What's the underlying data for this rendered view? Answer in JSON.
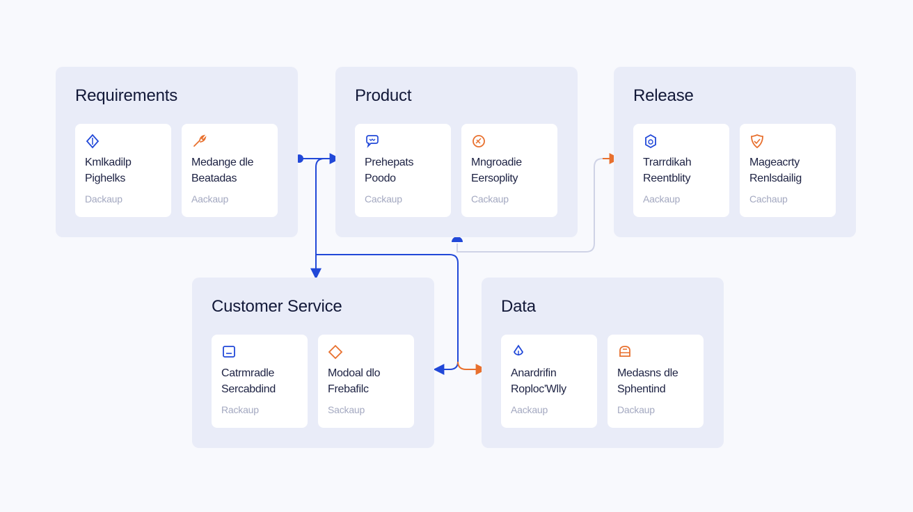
{
  "colors": {
    "accent_blue": "#2148d8",
    "accent_orange": "#e8702e",
    "line_gray": "#cfd3e6"
  },
  "groups": [
    {
      "title": "Requirements",
      "cards": [
        {
          "icon": "diamond-icon",
          "line1": "Kmlkadilp",
          "line2": "Pighelks",
          "meta": "Dackaup"
        },
        {
          "icon": "wrench-icon",
          "line1": "Medange dle",
          "line2": "Beatadas",
          "meta": "Aackaup"
        }
      ]
    },
    {
      "title": "Product",
      "cards": [
        {
          "icon": "chat-icon",
          "line1": "Prehepats",
          "line2": "Poodo",
          "meta": "Cackaup"
        },
        {
          "icon": "shield-icon",
          "line1": "Mngroadie",
          "line2": "Eersoplity",
          "meta": "Cackaup"
        }
      ]
    },
    {
      "title": "Release",
      "cards": [
        {
          "icon": "hexagon-icon",
          "line1": "Trarrdikah",
          "line2": "Reentblity",
          "meta": "Aackaup"
        },
        {
          "icon": "check-shield-icon",
          "line1": "Mageacrty",
          "line2": "Renlsdailig",
          "meta": "Cachaup"
        }
      ]
    },
    {
      "title": "Customer Service",
      "cards": [
        {
          "icon": "monitor-icon",
          "line1": "Catrmradle",
          "line2": "Sercabdind",
          "meta": "Rackaup"
        },
        {
          "icon": "diamond-outline-icon",
          "line1": "Modoal dlo",
          "line2": "Frebafilc",
          "meta": "Sackaup"
        }
      ]
    },
    {
      "title": "Data",
      "cards": [
        {
          "icon": "drop-icon",
          "line1": "Anardrifin",
          "line2": "Roploc'Wlly",
          "meta": "Aackaup"
        },
        {
          "icon": "database-icon",
          "line1": "Medasns dle",
          "line2": "Sphentind",
          "meta": "Dackaup"
        }
      ]
    }
  ]
}
